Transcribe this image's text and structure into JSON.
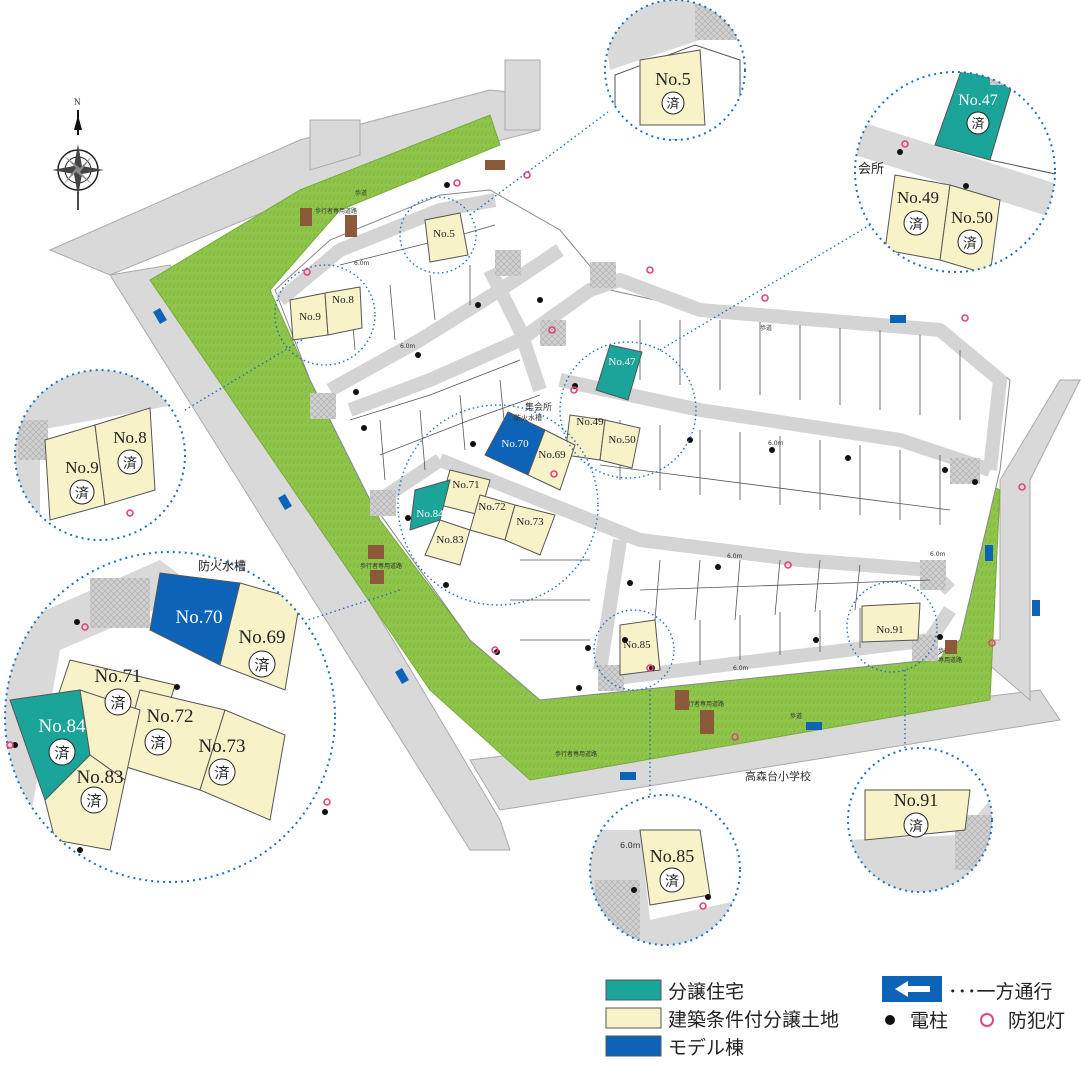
{
  "colors": {
    "green": "#8fc54a",
    "road": "#d9d9d9",
    "lot_cream": "#f7f2c8",
    "teal": "#1ba59a",
    "blue": "#0c63b8",
    "pole": "#111111",
    "lamp": "#e5447a",
    "dotted": "#1f6fc0"
  },
  "compass": {
    "north": "N"
  },
  "lots": {
    "no5": "No.5",
    "no8": "No.8",
    "no9": "No.9",
    "no47": "No.47",
    "no49": "No.49",
    "no50": "No.50",
    "no69": "No.69",
    "no70": "No.70",
    "no71": "No.71",
    "no72": "No.72",
    "no73": "No.73",
    "no83": "No.83",
    "no84": "No.84",
    "no85": "No.85",
    "no91": "No.91"
  },
  "sumi": "済",
  "labels": {
    "shukaisho": "集会所",
    "shukaisho2": "会所",
    "bokasui": "防火水槽",
    "bokasui_small": "防火水槽",
    "school": "高森台小学校",
    "road_6m": "6.0m",
    "hodo": "歩道",
    "hokosha": "歩行者専用道路",
    "hokosha_a": "歩行者",
    "hokosha_b": "専用道路"
  },
  "legend": {
    "bunjo": "分譲住宅",
    "kenchiku": "建築条件付分譲土地",
    "model": "モデル棟",
    "oneway": "･･･一方通行",
    "pole": "電柱",
    "lamp": "防犯灯"
  }
}
